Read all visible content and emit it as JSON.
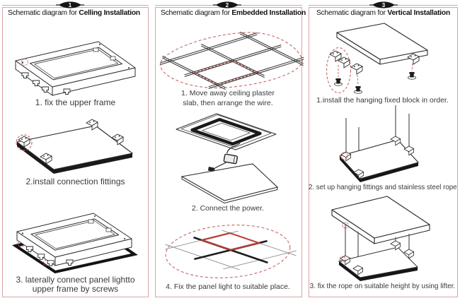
{
  "style": {
    "border_color": "#dca3a3",
    "dashed_red": "#c66666",
    "panel_red": "#c23b33",
    "ink": "#2b2b2b",
    "caption_color": "#3a3a3a",
    "badge_bg": "#151515"
  },
  "columns": [
    {
      "badge": "1",
      "title_prefix": "Schematic diagram for",
      "title_bold": "Celling Installation",
      "captions": [
        {
          "lines": [
            "1. fix the upper frame"
          ]
        },
        {
          "lines": [
            "2.install connection fittings"
          ]
        },
        {
          "lines": [
            "3. laterally connect panel lightto",
            "upper frame by screws"
          ]
        }
      ]
    },
    {
      "badge": "2",
      "title_prefix": "Schematic diagram for",
      "title_bold": "Embedded Installation",
      "captions": [
        {
          "lines": [
            "1. Move away ceiling plaster",
            "slab, then arrange the wire."
          ]
        },
        {
          "lines": [
            "2. Connect the power."
          ]
        },
        {
          "lines": [
            "4. Fix the panel light to suitable place."
          ]
        }
      ]
    },
    {
      "badge": "3",
      "title_prefix": "Schematic diagram for",
      "title_bold": "Vertical Installation",
      "captions": [
        {
          "lines": [
            "1.install the hanging fixed block in order."
          ]
        },
        {
          "lines": [
            "2. set up hanging fittings and stainless steel rope"
          ]
        },
        {
          "lines": [
            "3. fix the rope on suitable height by using lifter."
          ]
        }
      ]
    }
  ]
}
